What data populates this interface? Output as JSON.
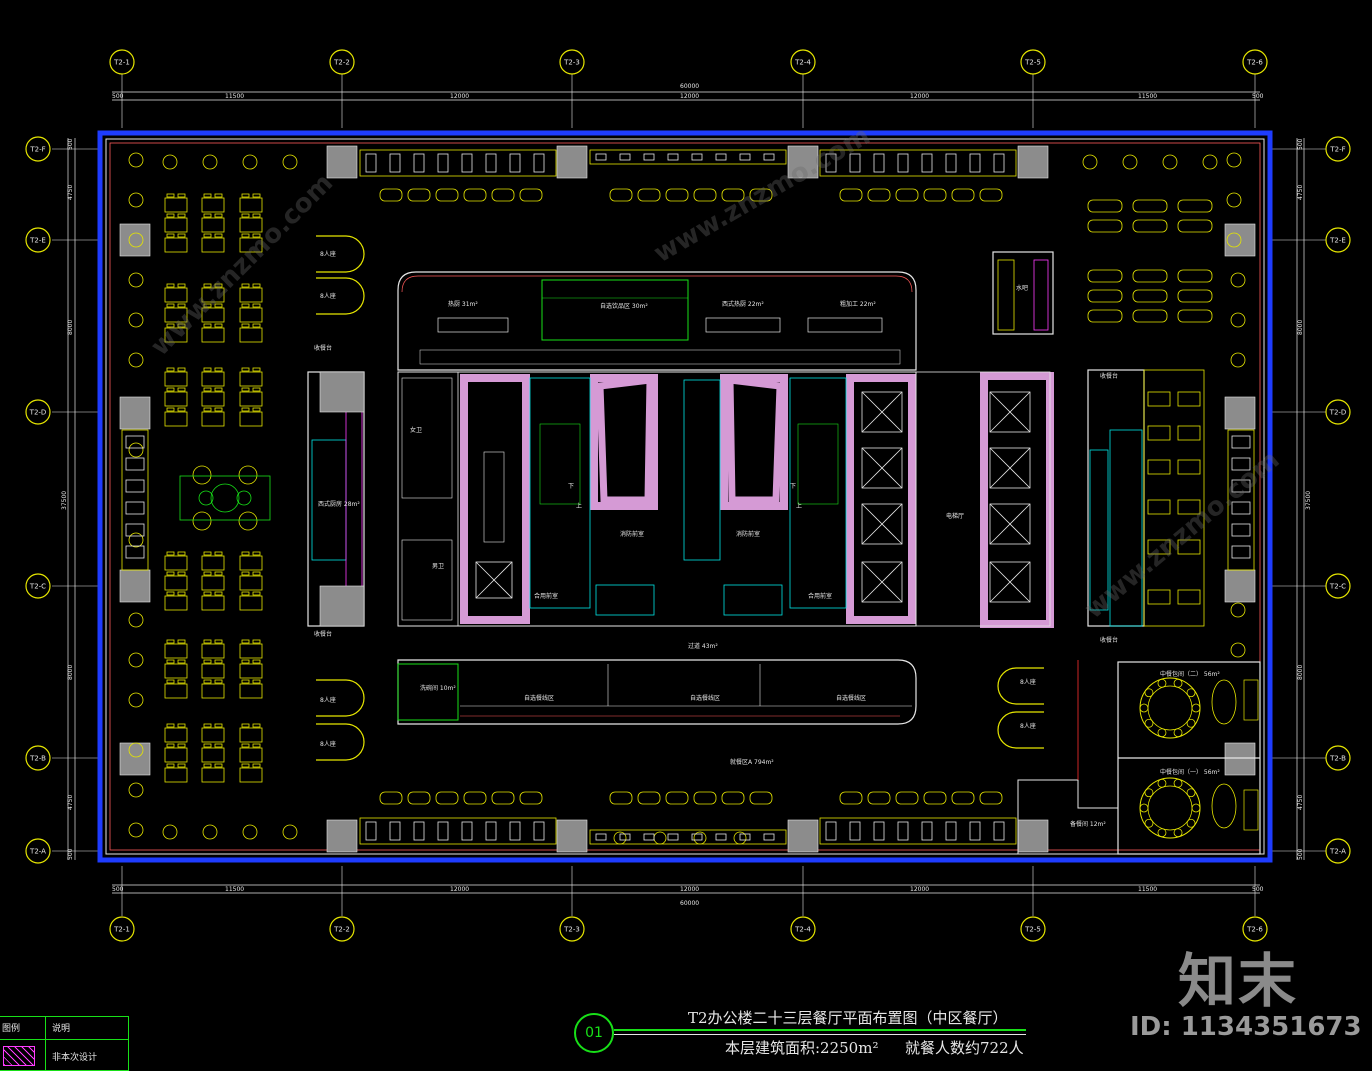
{
  "drawing": {
    "title": "T2办公楼二十三层餐厅平面布置图（中区餐厅）",
    "area_text": "本层建筑面积:2250m²",
    "seats_text": "就餐人数约722人",
    "number": "01"
  },
  "grid": {
    "columns": [
      "T2-1",
      "T2-2",
      "T2-3",
      "T2-4",
      "T2-5",
      "T2-6"
    ],
    "rows": [
      "T2-F",
      "T2-E",
      "T2-D",
      "T2-C",
      "T2-B",
      "T2-A"
    ]
  },
  "dimensions": {
    "top_segments": [
      "500",
      "11500",
      "12000",
      "12000",
      "12000",
      "11500",
      "500"
    ],
    "overall": "60000",
    "left_segments": [
      "500",
      "4750",
      "8000",
      "37500",
      "8000",
      "4750",
      "500"
    ],
    "right_segments": [
      "500",
      "4750",
      "8000",
      "37500",
      "8000",
      "4750",
      "500"
    ]
  },
  "rooms": {
    "r1": "热厨 31m²",
    "r2": "自选饮品区 30m²",
    "r3": "西式热厨 22m²",
    "r4": "粗加工 22m²",
    "r5": "女卫",
    "r6": "男卫",
    "r7": "消防前室",
    "r8": "消防前室",
    "r9": "合用前室",
    "r10": "合用前室",
    "r11": "电梯厅",
    "r12": "西式厨房 28m²",
    "r13": "过道 43m²",
    "r14": "自选餐线区",
    "r15": "自选餐线区",
    "r16": "自选餐线区",
    "r17": "就餐区A 794m²",
    "r18": "中餐包间（二） 56m²",
    "r19": "中餐包间（一） 56m²",
    "r20": "备餐间 12m²",
    "r21": "洗碗间 10m²",
    "r22": "水吧",
    "r23": "收餐台",
    "r24": "收餐台",
    "r25": "收餐台",
    "r26": "收餐台",
    "r27": "上",
    "r28": "下",
    "r29": "上",
    "r30": "下",
    "r31": "8人座",
    "r32": "8人座",
    "r33": "8人座",
    "r34": "8人座",
    "r35": "8人座",
    "r36": "8人座"
  },
  "legend": {
    "col1": "图例",
    "col2": "说明",
    "item": "非本次设计"
  },
  "watermark": {
    "brand": "知末",
    "id": "ID: 1134351673",
    "site": "www.znzmo.com"
  },
  "colors": {
    "background": "#000000",
    "wall": "#c8c8c8",
    "furniture": "#e6e600",
    "blue_line": "#1e3cff",
    "cyan": "#00e5e5",
    "magenta": "#ff3cff",
    "green": "#18e018",
    "red": "#ff3030",
    "hatch_core": "#d59ad5"
  }
}
